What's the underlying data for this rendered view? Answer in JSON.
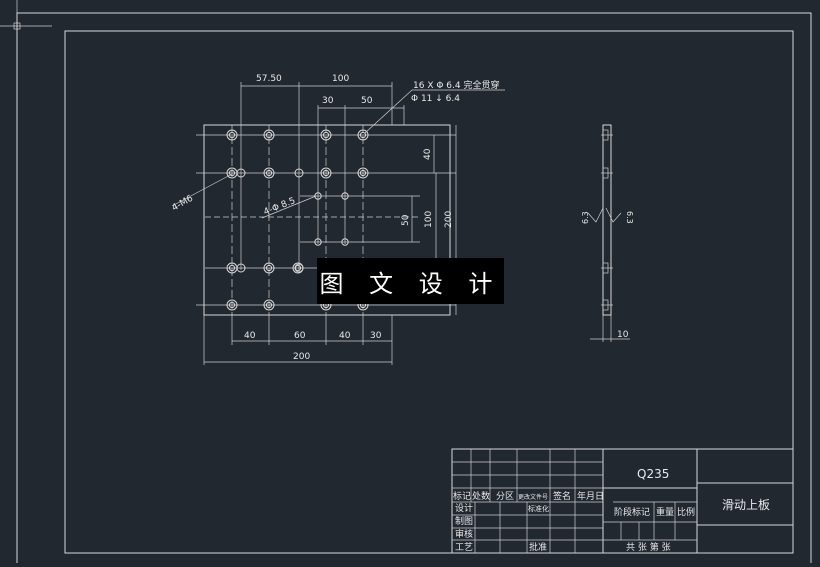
{
  "watermark": "图 文 设 计",
  "dimensions": {
    "top_a": "57.50",
    "top_b": "100",
    "top_c": "30",
    "top_d": "50",
    "right_a": "40",
    "right_b": "50",
    "right_c": "100",
    "right_d": "200",
    "bottom_a": "40",
    "bottom_b": "60",
    "bottom_c": "40",
    "bottom_d": "30",
    "bottom_total": "200",
    "side_thickness": "10"
  },
  "notes": {
    "hole_note_1": "16 X Φ 6.4 完全贯穿",
    "hole_note_2": "Φ 11 ↓ 6.4",
    "thread_note": "4-M6",
    "pin_note": "4-Φ 8.5",
    "roughness_1": "6.3",
    "roughness_2": "6.3"
  },
  "title_block": {
    "material": "Q235",
    "part_name": "滑动上板",
    "rev_headers": [
      "标记",
      "处数",
      "分区",
      "更改文件号",
      "签名",
      "年月日"
    ],
    "roles": [
      "设计",
      "制图",
      "审核",
      "工艺"
    ],
    "standardize": "标准化",
    "approve": "批准",
    "stage_mark": "阶段标记",
    "weight": "重量",
    "scale": "比例",
    "sheet_info": "共 张 第 张"
  },
  "colors": {
    "background": "#212830",
    "lines": "#d8d8d8",
    "watermark_bg": "#000000"
  }
}
